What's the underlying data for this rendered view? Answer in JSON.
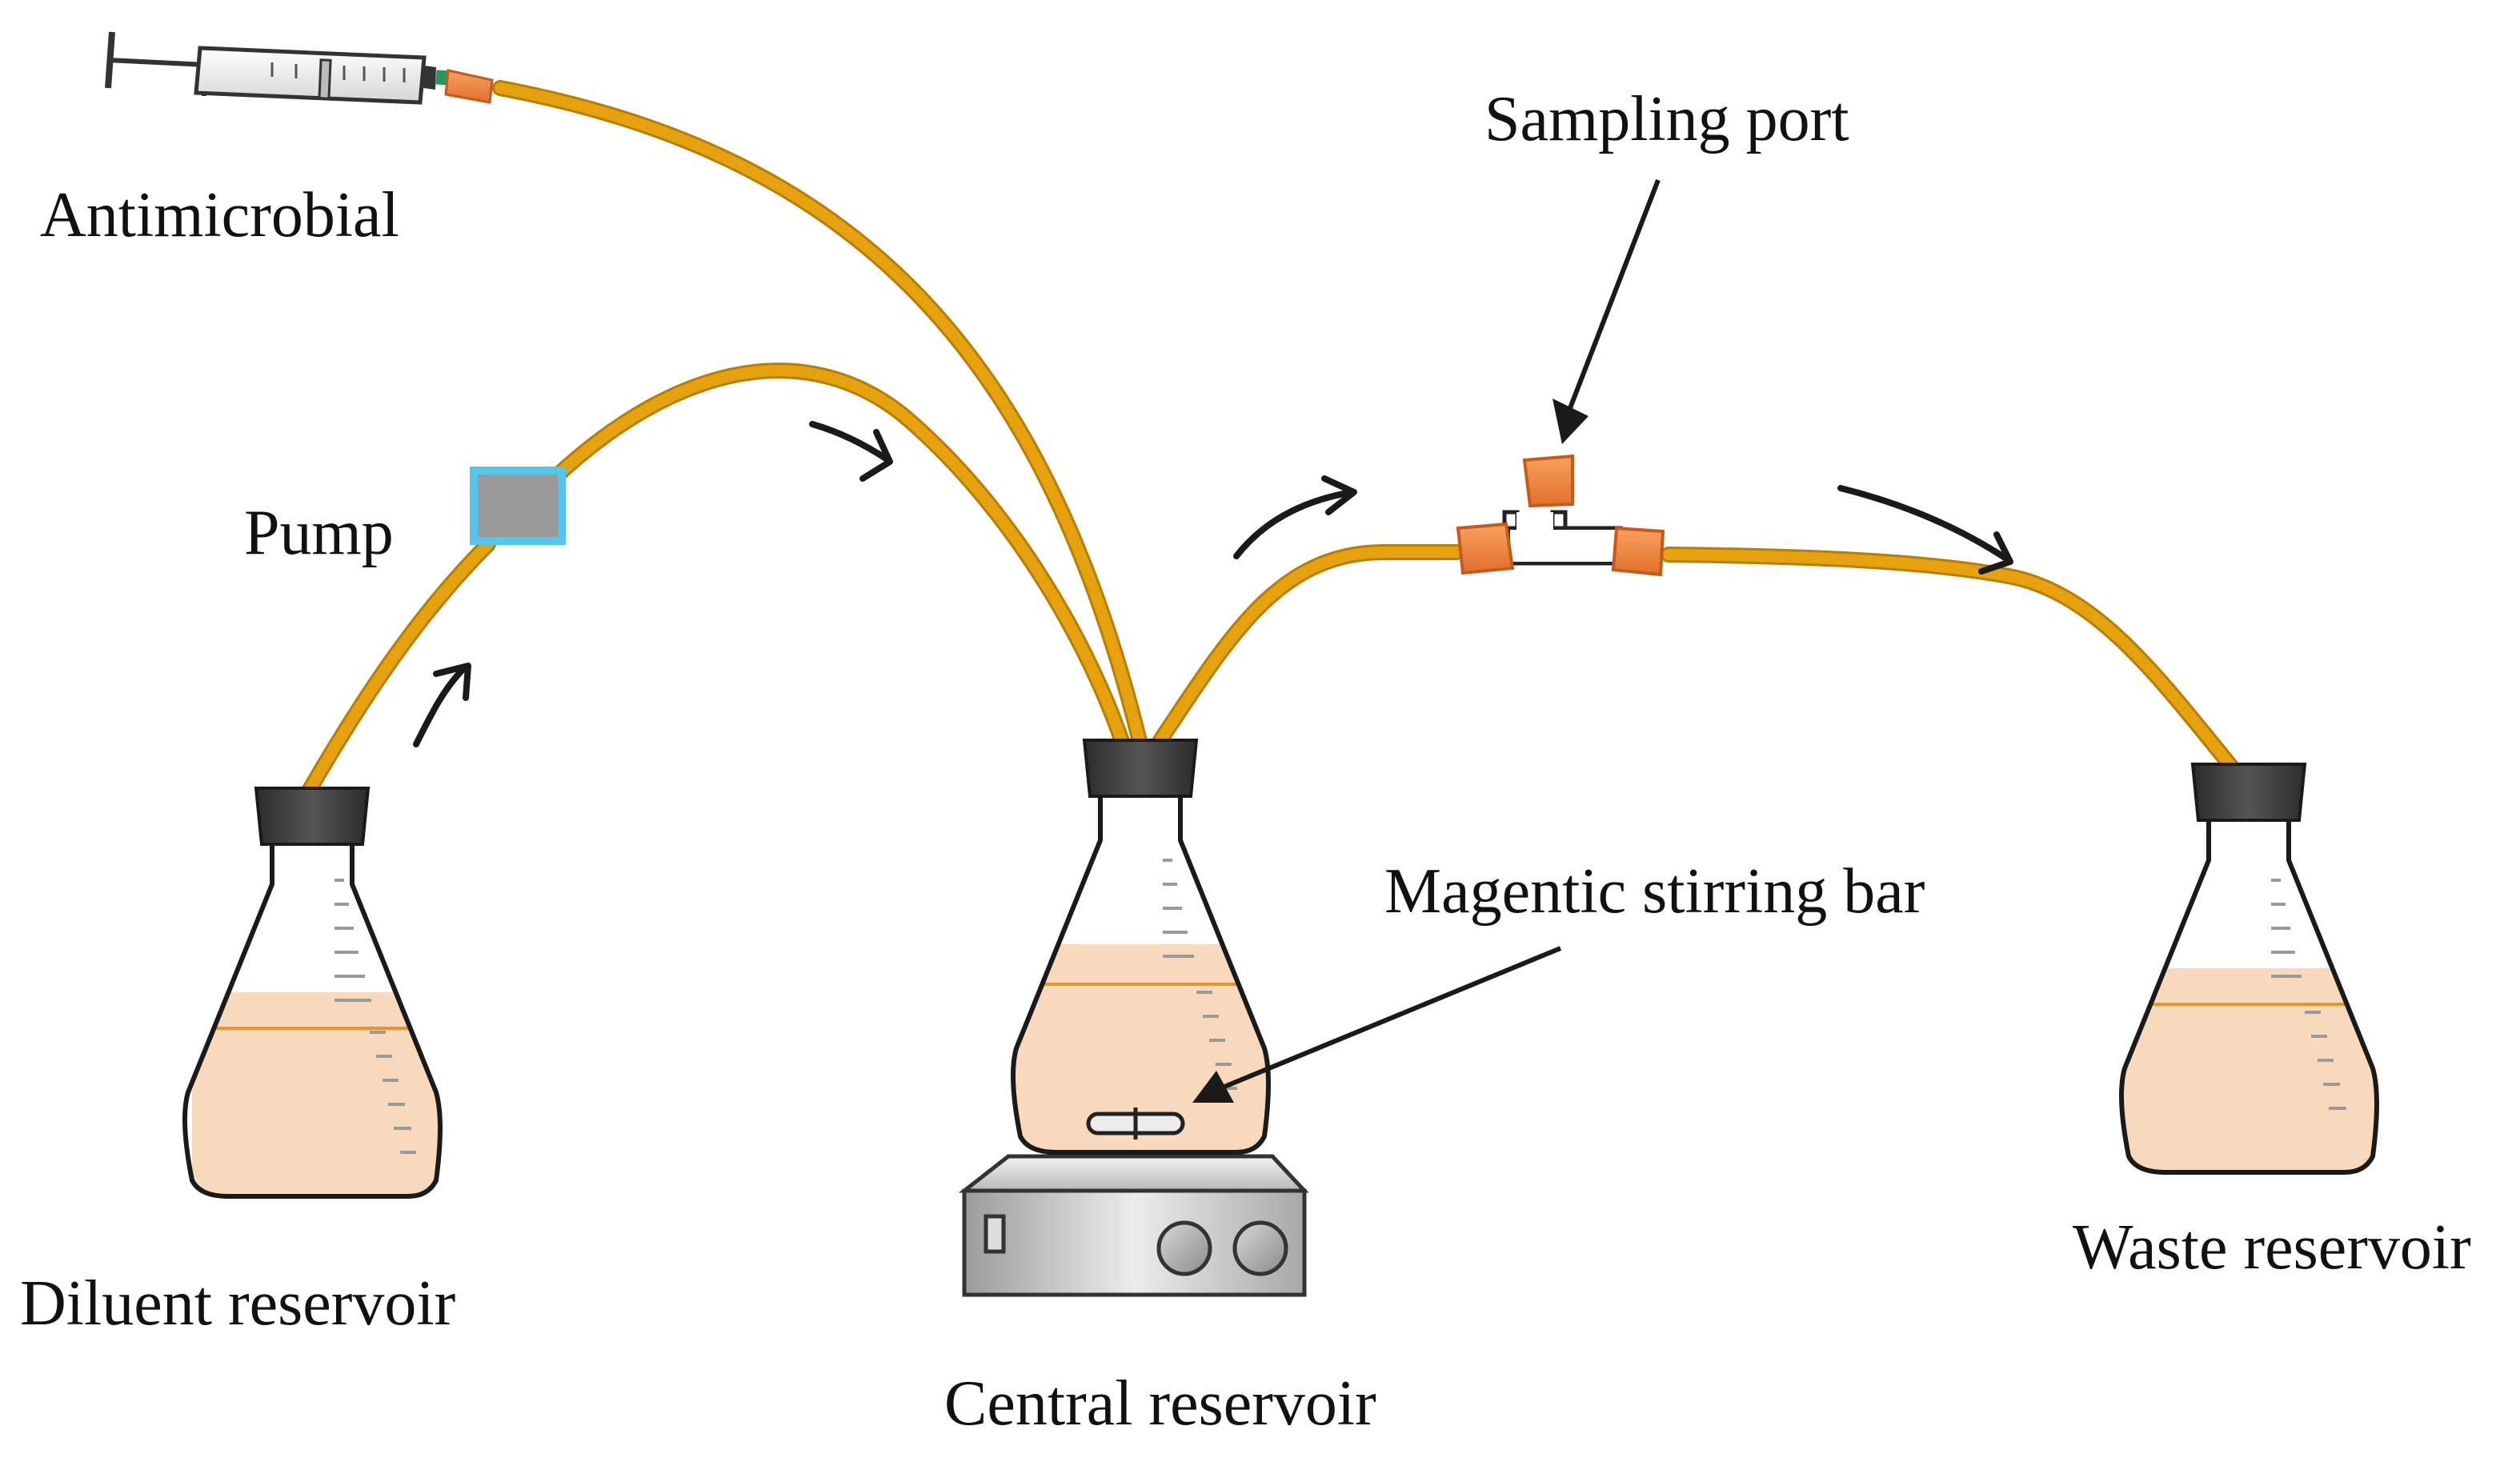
{
  "labels": {
    "antimicrobial": "Antimicrobial",
    "pump": "Pump",
    "diluent_reservoir": "Diluent reservoir",
    "central_reservoir": "Central reservoir",
    "sampling_port": "Sampling port",
    "stirring_bar": "Magentic stirring bar",
    "waste_reservoir": "Waste reservoir"
  },
  "colors": {
    "tube": "#e5a20e",
    "tube_edge": "#b87d05",
    "liquid": "#f8d9bd",
    "liquid_line": "#e8952e",
    "stopper": "#3c3c3c",
    "connector": "#f58a3c",
    "pump_fill": "#999999",
    "pump_border": "#55c6ea",
    "arrow": "#1a1a1a",
    "stirrer_body": "#c4c4c4"
  },
  "icons": {
    "syringe": "syringe-icon",
    "pump": "pump-box-icon",
    "flask": "erlenmeyer-flask-icon",
    "stir_plate": "magnetic-stir-plate-icon",
    "t_connector": "t-connector-icon",
    "flow_arrow": "curved-flow-arrow-icon"
  }
}
